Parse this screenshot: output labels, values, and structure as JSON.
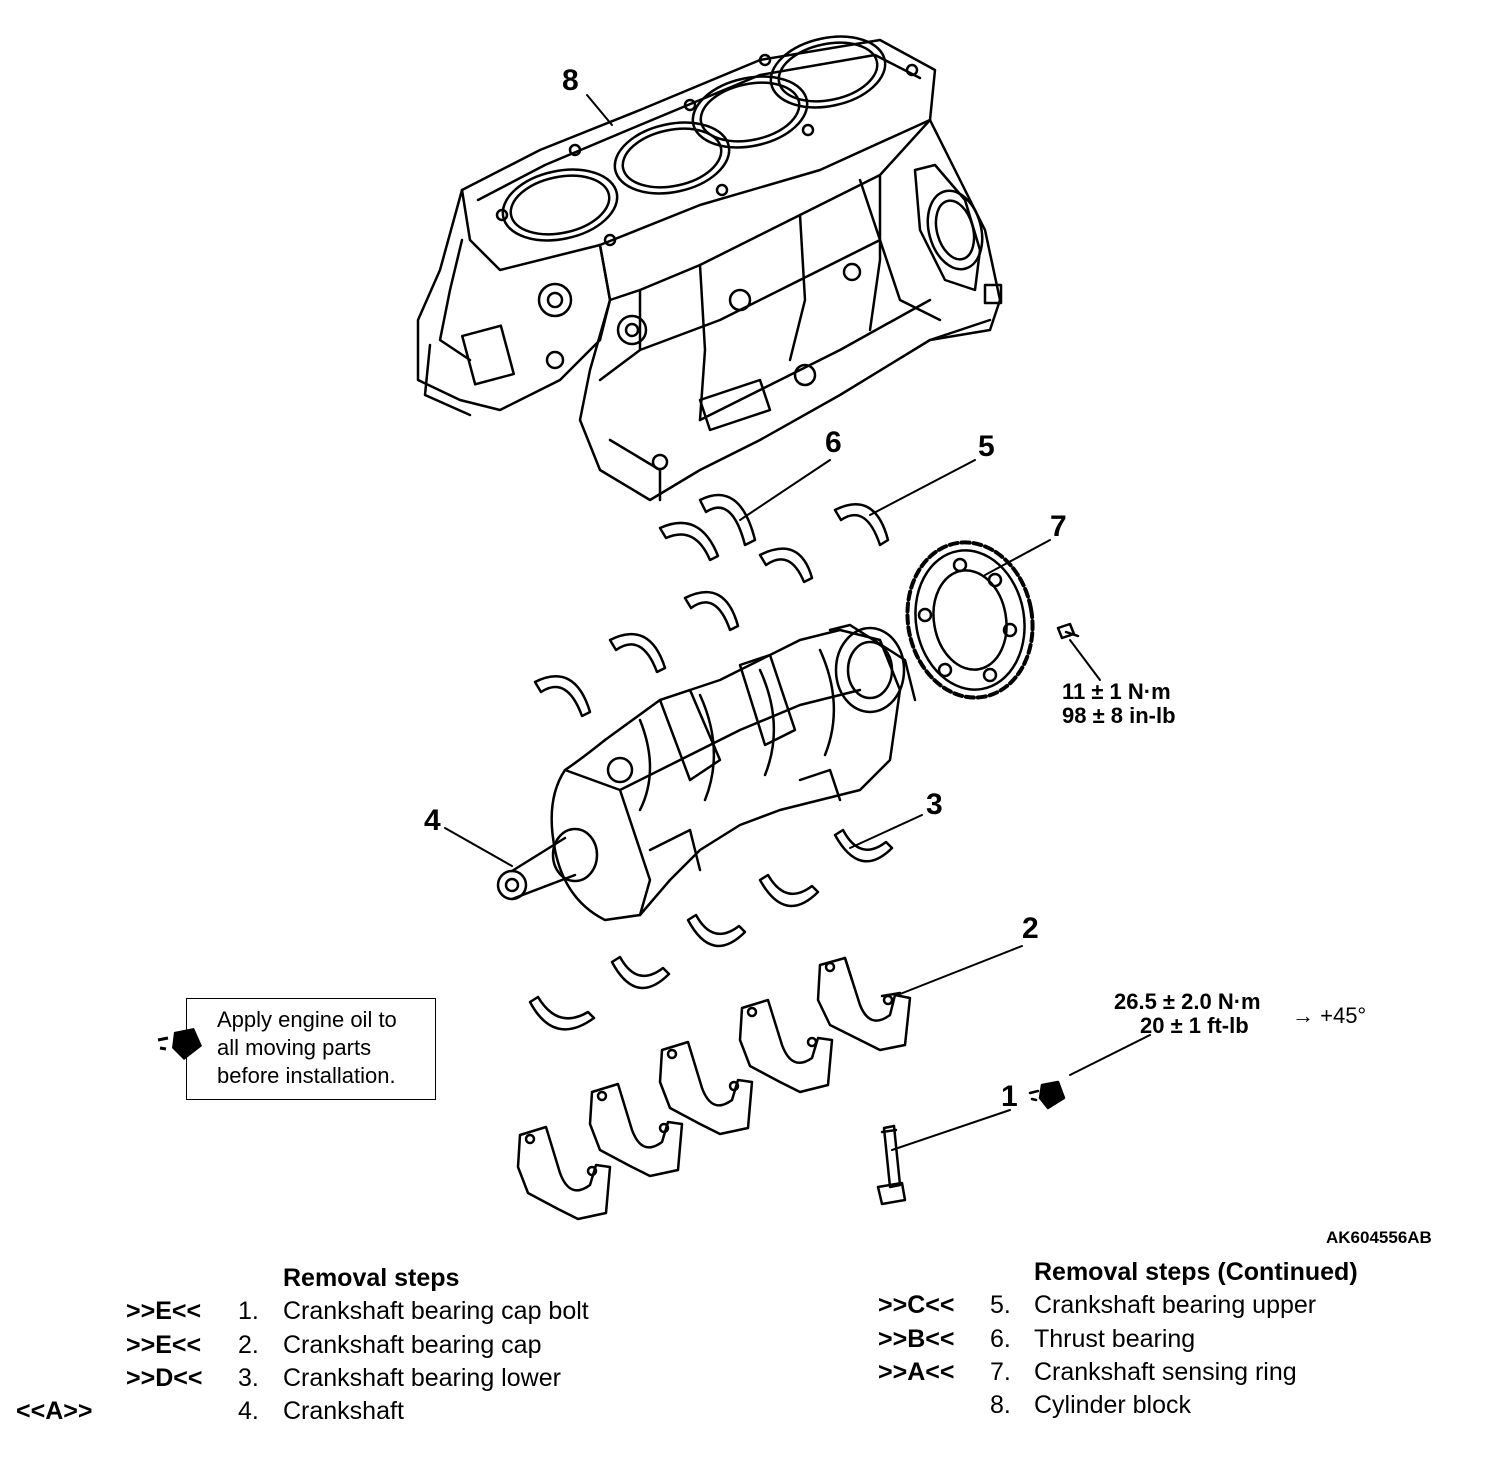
{
  "callouts": [
    {
      "id": "8",
      "label": "8"
    },
    {
      "id": "6",
      "label": "6"
    },
    {
      "id": "5",
      "label": "5"
    },
    {
      "id": "7",
      "label": "7"
    },
    {
      "id": "4",
      "label": "4"
    },
    {
      "id": "3",
      "label": "3"
    },
    {
      "id": "2",
      "label": "2"
    },
    {
      "id": "1",
      "label": "1"
    }
  ],
  "torque_sensing_ring": {
    "line1": "11 ± 1 N·m",
    "line2": "98 ± 8 in-lb"
  },
  "torque_cap_bolt": {
    "line1": "26.5 ± 2.0 N·m",
    "line2": "20 ± 1 ft-lb",
    "angle": "→ +45°"
  },
  "figure_id": "AK604556AB",
  "note": {
    "lines": [
      "Apply engine oil to",
      "all moving parts",
      "before installation."
    ]
  },
  "removal_steps": {
    "title": "Removal steps",
    "items": [
      {
        "code": ">>E<<",
        "num": "1.",
        "name": "Crankshaft bearing cap bolt"
      },
      {
        "code": ">>E<<",
        "num": "2.",
        "name": "Crankshaft bearing cap"
      },
      {
        "code": ">>D<<",
        "num": "3.",
        "name": "Crankshaft bearing lower"
      },
      {
        "code": "<<A>>",
        "num": "4.",
        "name": "Crankshaft"
      }
    ]
  },
  "removal_steps_continued": {
    "title": "Removal steps (Continued)",
    "items": [
      {
        "code": ">>C<<",
        "num": "5.",
        "name": "Crankshaft bearing upper"
      },
      {
        "code": ">>B<<",
        "num": "6.",
        "name": "Thrust bearing"
      },
      {
        "code": ">>A<<",
        "num": "7.",
        "name": "Crankshaft sensing ring"
      },
      {
        "code": "",
        "num": "8.",
        "name": "Cylinder block"
      }
    ]
  }
}
